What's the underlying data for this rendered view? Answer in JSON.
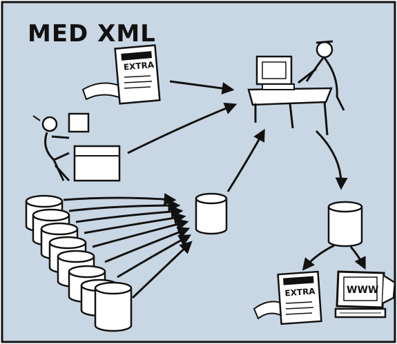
{
  "title": "MED XML",
  "colors": {
    "background": "#c9d7e4",
    "ink": "#111111",
    "paper": "#ffffff"
  },
  "labels": {
    "newspaper_top": "EXTRA",
    "newspaper_bottom": "EXTRA",
    "monitor": "WWW"
  }
}
